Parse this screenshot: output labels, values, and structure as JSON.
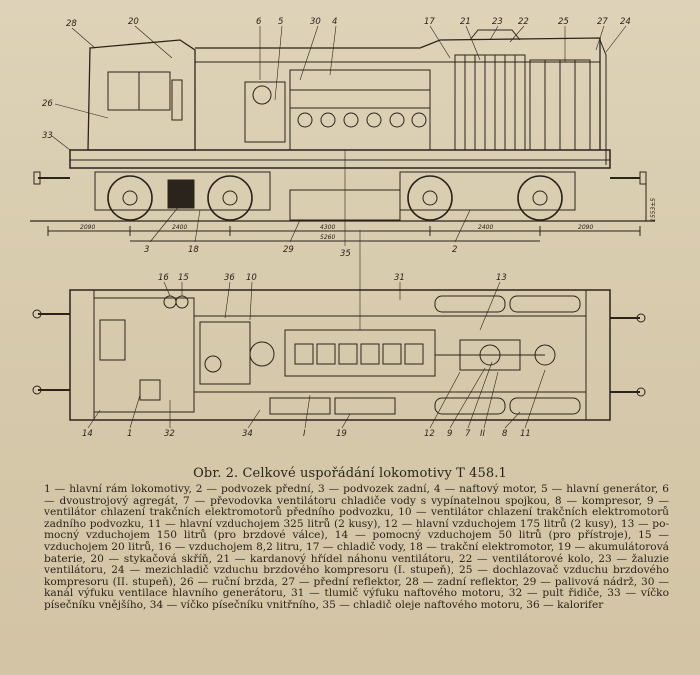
{
  "callouts_side": [
    "28",
    "20",
    "6",
    "5",
    "30",
    "4",
    "17",
    "21",
    "23",
    "22",
    "25",
    "27",
    "24",
    "26",
    "33",
    "3",
    "18",
    "29",
    "35",
    "2"
  ],
  "callouts_plan": [
    "16",
    "15",
    "36",
    "10",
    "31",
    "13",
    "14",
    "1",
    "32",
    "34",
    "I",
    "19",
    "12",
    "9",
    "7",
    "II",
    "8",
    "11"
  ],
  "dimensions": [
    "2090",
    "2400",
    "4300",
    "5260",
    "2400",
    "2090",
    "1553±5"
  ],
  "caption": "Obr. 2. Celkové uspořádání lokomotivy T 458.1",
  "legend": [
    "1 — hlavní rám lokomotivy,",
    "2 — podvozek přední,",
    "3 — podvozek zadní,",
    "4 — naftový motor,",
    "5 — hlavní generátor,",
    "6 — dvoustrojový agregát,",
    "7 — převodovka ventilátoru chladiče vody",
    "s vypínatelnou spojkou,",
    "8 — kompresor,",
    "9 — ventilátor chlazení trakčních elektromotorů",
    "předního podvozku,",
    "10 — ventilátor chlazení trakčních elektromotorů zadního podvozku,",
    "11 — hlavní vzduchojem 325 litrů (2 kusy),",
    "12 — hlavní vzduchojem 175 litrů (2 kusy),",
    "13 — po-",
    "mocný vzduchojem 150 litrů (pro brzdové válce),",
    "14 — pomocný vzduchojem 50 litrů (pro",
    "přístroje),",
    "15 — vzduchojem 20 litrů,",
    "16 — vzduchojem 8,2 litru,",
    "17 — chladič vody,",
    "18 — trakční",
    "elektromotor,",
    "19 — akumulátorová baterie,",
    "20 — stykačová skříň,",
    "21 — kardanový hřídel",
    "náhonu ventilátoru,",
    "22 — ventilátorové kolo,",
    "23 — žaluzie ventilátoru,",
    "24 — mezichladič",
    "vzduchu brzdového kompresoru (I. stupeň),",
    "25 — dochlazovač vzduchu brzdového kompresoru",
    "(II. stupeň),",
    "26 — ruční brzda,",
    "27 — přední reflektor,",
    "28 — zadní reflektor,",
    "29 — palivová",
    "nádrž,",
    "30 — kanál výfuku ventilace hlavního generátoru,",
    "31 — tlumič výfuku naftového",
    "motoru,",
    "32 — pult řidiče,",
    "33 — víčko písečníku vnějšího,",
    "34 — víčko písečníku vnitřního,",
    "35 — chladič oleje naftového motoru,",
    "36 — kalorifer"
  ],
  "colors": {
    "paper": "#d9cdb0",
    "ink": "#2a241c"
  }
}
